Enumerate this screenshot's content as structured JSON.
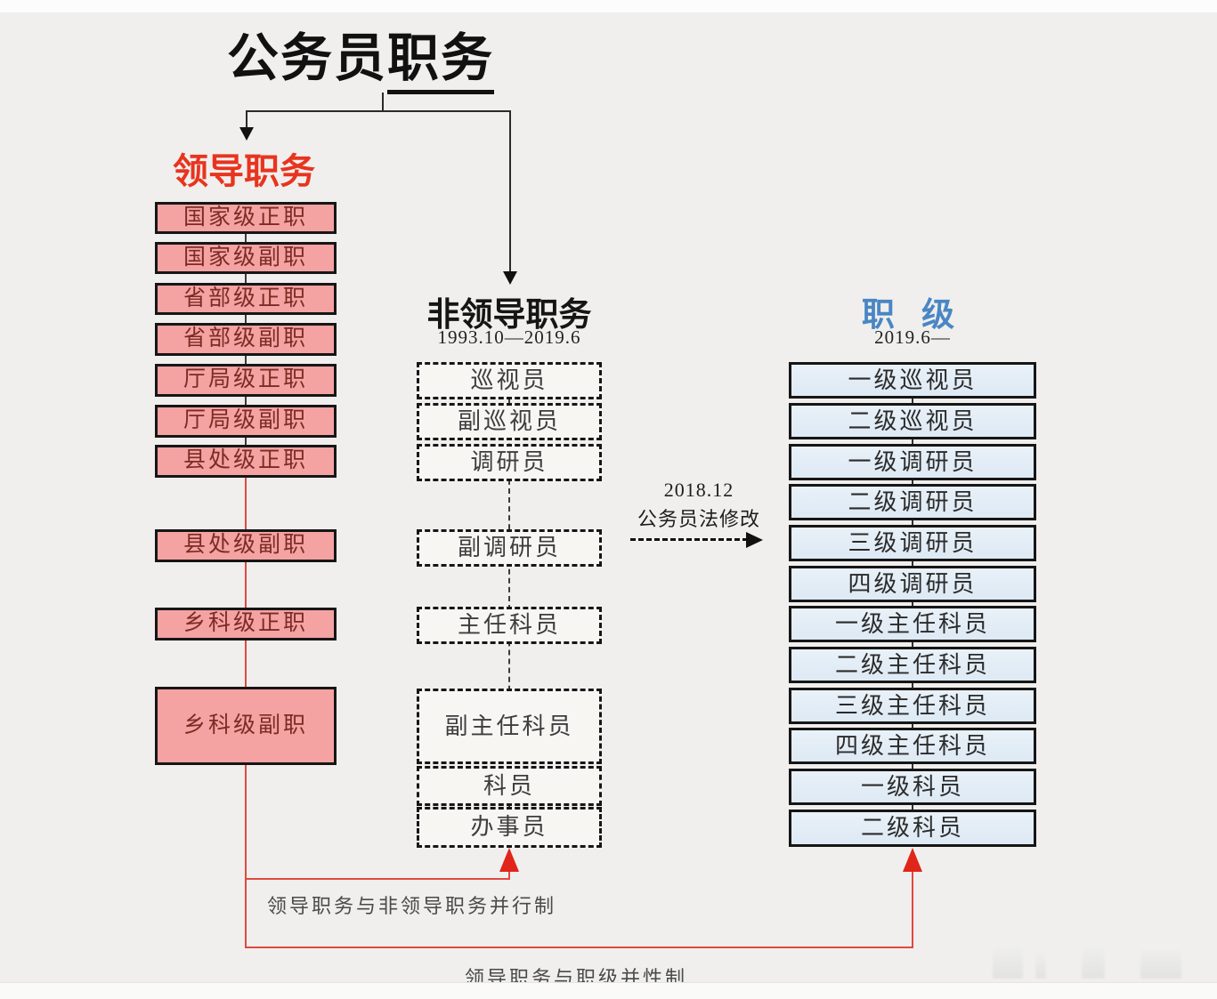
{
  "title": {
    "prefix": "公务员",
    "underlined": "职务"
  },
  "leader_column": {
    "title": "领导职务",
    "items": [
      "国家级正职",
      "国家级副职",
      "省部级正职",
      "省部级副职",
      "厅局级正职",
      "厅局级副职",
      "县处级正职",
      "县处级副职",
      "乡科级正职",
      "乡科级副职"
    ]
  },
  "non_leader_column": {
    "title": "非领导职务",
    "period": "1993.10—2019.6",
    "items": [
      "巡视员",
      "副巡视员",
      "调研员",
      "副调研员",
      "主任科员",
      "副主任科员",
      "科员",
      "办事员"
    ]
  },
  "rank_column": {
    "title": "职 级",
    "period": "2019.6—",
    "items": [
      "一级巡视员",
      "二级巡视员",
      "一级调研员",
      "二级调研员",
      "三级调研员",
      "四级调研员",
      "一级主任科员",
      "二级主任科员",
      "三级主任科员",
      "四级主任科员",
      "一级科员",
      "二级科员"
    ]
  },
  "transition": {
    "date": "2018.12",
    "label": "公务员法修改"
  },
  "annotations": {
    "leader_nonleader": "领导职务与非领导职务并行制",
    "leader_rank": "领导职务与职级并性制"
  },
  "colors": {
    "leader_title_color": "#e8341e",
    "leader_box_fill": "#f5a2a2",
    "leader_box_text": "#7c2b24",
    "rank_title_color": "#4a86c4",
    "rank_box_fill": "#dde9f4",
    "connector_red": "#e0493f",
    "arrow_red": "#e0251a"
  }
}
